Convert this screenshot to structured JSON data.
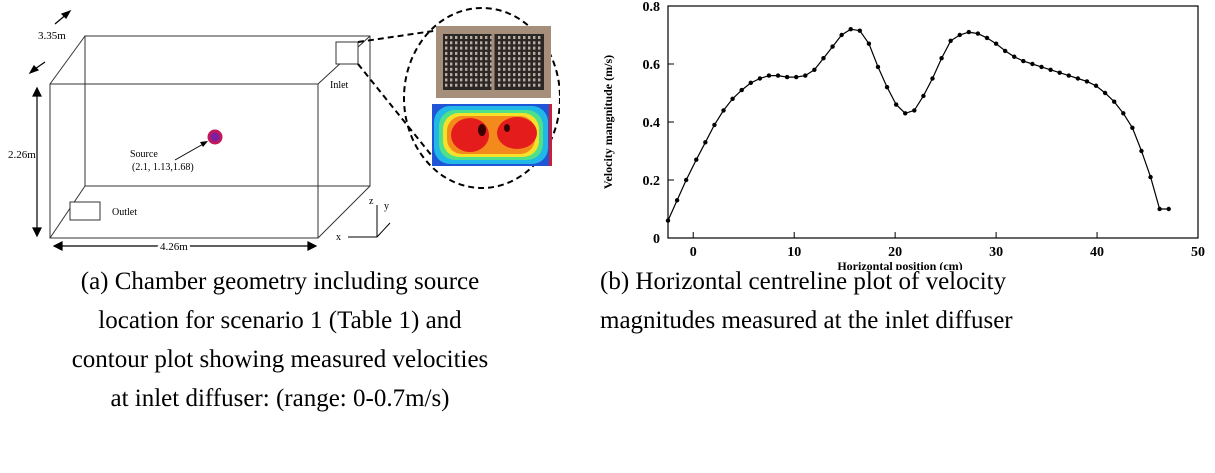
{
  "figure_a": {
    "dim_depth": "3.35m",
    "dim_height": "2.26m",
    "dim_width": "4.26m",
    "inlet_label": "Inlet",
    "outlet_label": "Outlet",
    "source_label": "Source",
    "source_coords": "(2.1, 1.13,1.68)",
    "axis_x": "x",
    "axis_y": "y",
    "axis_z": "z",
    "caption": [
      "(a)  Chamber geometry including source",
      "location for scenario 1 (Table 1) and",
      "contour plot showing measured velocities",
      "at inlet diffuser: (range: 0-0.7m/s)"
    ],
    "colors": {
      "source_outer": "#c2185b",
      "source_inner": "#7b1fa2",
      "contour_bg": "#1f55d6"
    }
  },
  "figure_b": {
    "caption": [
      "(b)  Horizontal centreline plot of velocity",
      "magnitudes measured at the inlet diffuser"
    ]
  },
  "chart_data": {
    "type": "line",
    "xlabel": "Horizontal position (cm)",
    "ylabel": "Velocity mangnitude (m/s)",
    "xlim": [
      -2.5,
      50
    ],
    "ylim": [
      0,
      0.8
    ],
    "x_ticks": [
      0,
      10,
      20,
      30,
      40,
      50
    ],
    "y_ticks": [
      0,
      0.2,
      0.4,
      0.6,
      0.8
    ],
    "series": [
      {
        "x": [
          -2.5,
          -1.6,
          -0.7,
          0.3,
          1.2,
          2.1,
          3.0,
          3.9,
          4.8,
          5.7,
          6.6,
          7.5,
          8.4,
          9.3,
          10.2,
          11.1,
          12.0,
          12.9,
          13.8,
          14.7,
          15.6,
          16.5,
          17.4,
          18.3,
          19.2,
          20.1,
          21.0,
          21.9,
          22.8,
          23.7,
          24.6,
          25.5,
          26.4,
          27.3,
          28.2,
          29.1,
          30.0,
          30.9,
          31.8,
          32.7,
          33.6,
          34.5,
          35.4,
          36.3,
          37.2,
          38.1,
          39.0,
          39.9,
          40.8,
          41.7,
          42.6,
          43.5,
          44.4,
          45.3,
          46.2,
          47.1
        ],
        "y": [
          0.06,
          0.13,
          0.2,
          0.27,
          0.33,
          0.39,
          0.44,
          0.48,
          0.51,
          0.535,
          0.55,
          0.56,
          0.56,
          0.555,
          0.555,
          0.56,
          0.58,
          0.62,
          0.66,
          0.7,
          0.72,
          0.715,
          0.67,
          0.59,
          0.52,
          0.46,
          0.43,
          0.44,
          0.49,
          0.55,
          0.62,
          0.68,
          0.7,
          0.71,
          0.705,
          0.69,
          0.67,
          0.645,
          0.625,
          0.61,
          0.6,
          0.59,
          0.58,
          0.57,
          0.56,
          0.55,
          0.54,
          0.525,
          0.5,
          0.47,
          0.43,
          0.38,
          0.3,
          0.21,
          0.1,
          0.1
        ]
      }
    ]
  }
}
